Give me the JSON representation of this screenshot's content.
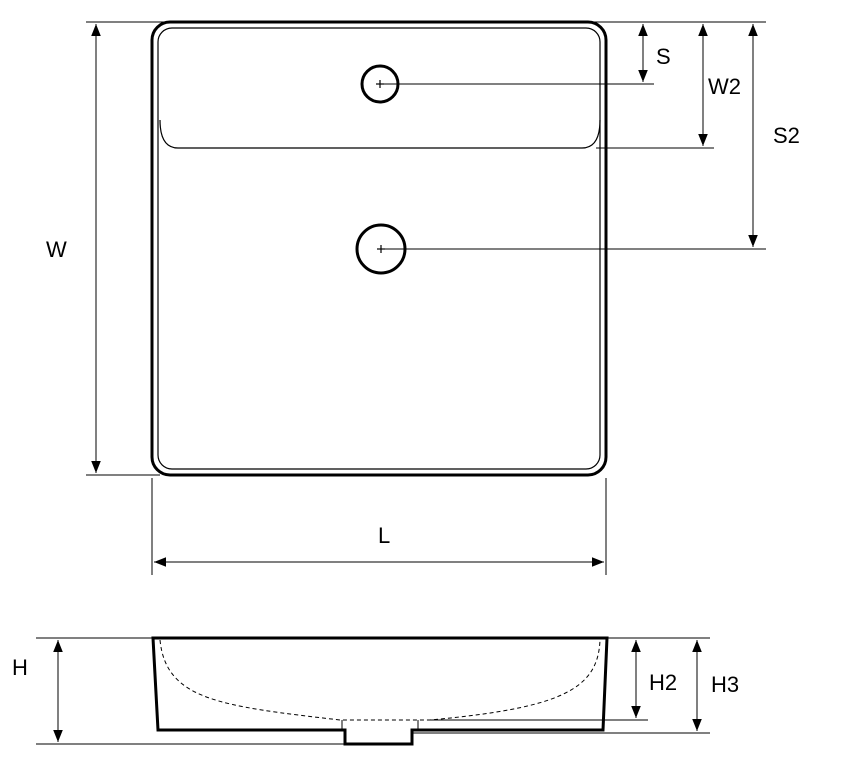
{
  "labels": {
    "S": "S",
    "W2": "W2",
    "S2": "S2",
    "W": "W",
    "L": "L",
    "H": "H",
    "H2": "H2",
    "H3": "H3"
  }
}
